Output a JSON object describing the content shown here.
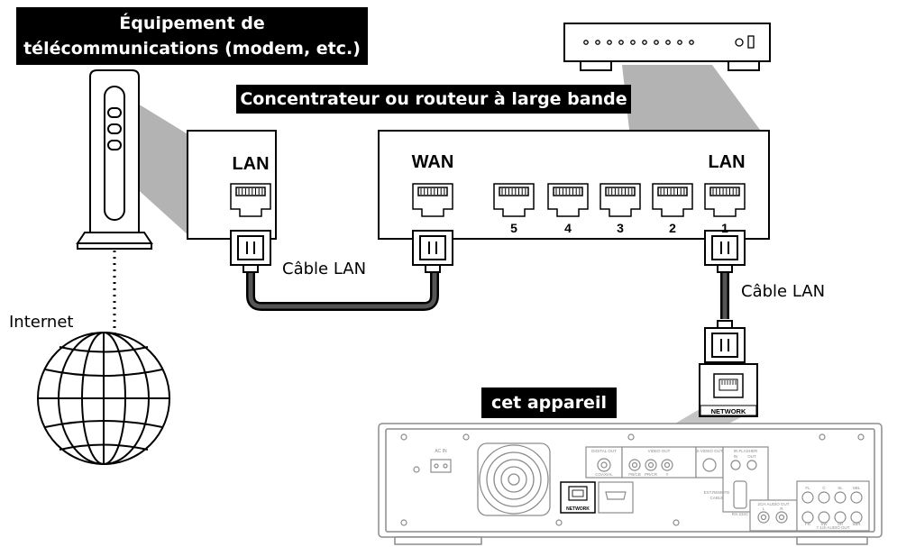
{
  "labels": {
    "modem_line1": "Équipement de",
    "modem_line2": "télécommunications (modem, etc.)",
    "router": "Concentrateur ou routeur à large bande",
    "device": "cet appareil",
    "internet": "Internet",
    "cable1": "Câble LAN",
    "cable2": "Câble LAN",
    "modem_lan": "LAN",
    "router_wan": "WAN",
    "router_lan": "LAN",
    "port_numbers": [
      "5",
      "4",
      "3",
      "2",
      "1"
    ],
    "network_small": "NETWORK",
    "network_panel": "NETWORK",
    "panel_labels": {
      "ac_in": "AC IN",
      "digital_out": "DIGITAL OUT",
      "coaxial": "COAXIAL",
      "video_out": "VIDEO OUT",
      "s_video": "S-VIDEO OUT",
      "pb_cb": "PB/CB",
      "pr_cr": "PR/CR",
      "y": "Y",
      "ir_flasher": "IR FLASHER",
      "in": "IN",
      "out": "OUT",
      "hdmi_out": "HDMI OUT",
      "ext_remote": "EXT.REMOTE",
      "cable": "CABLE",
      "rs232c": "RS-232C",
      "audio_out": "2CH AUDIO OUT",
      "audio_51": "7.1ch AUDIO OUT",
      "l": "L",
      "r": "R",
      "fl": "FL",
      "c": "C",
      "sl": "SL",
      "sbl": "SBL",
      "fr": "FR",
      "sw": "SW",
      "sr": "SR",
      "sbr": "SBR"
    }
  },
  "colors": {
    "ink": "#000000",
    "shadow": "#b3b3b3",
    "panel_line": "#8c8c8c",
    "fill": "#ffffff"
  }
}
